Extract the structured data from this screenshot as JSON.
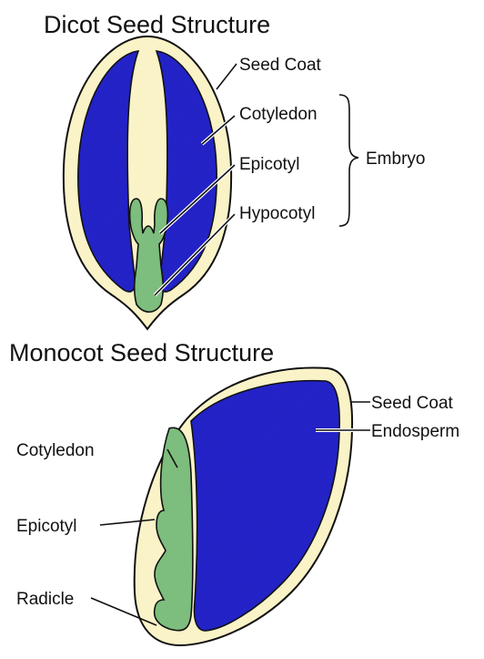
{
  "dicot": {
    "title": "Dicot Seed Structure",
    "labels": {
      "seed_coat": "Seed Coat",
      "cotyledon": "Cotyledon",
      "epicotyl": "Epicotyl",
      "hypocotyl": "Hypocotyl",
      "embryo": "Embryo"
    }
  },
  "monocot": {
    "title": "Monocot Seed Structure",
    "labels": {
      "seed_coat": "Seed Coat",
      "endosperm": "Endosperm",
      "cotyledon": "Cotyledon",
      "epicotyl": "Epicotyl",
      "radicle": "Radicle"
    }
  },
  "colors": {
    "seed_coat": "#faf3c8",
    "cotyledon_dicot": "#2323c8",
    "endosperm": "#2323c8",
    "embryo_green": "#7dbd7d",
    "outline": "#111111"
  }
}
